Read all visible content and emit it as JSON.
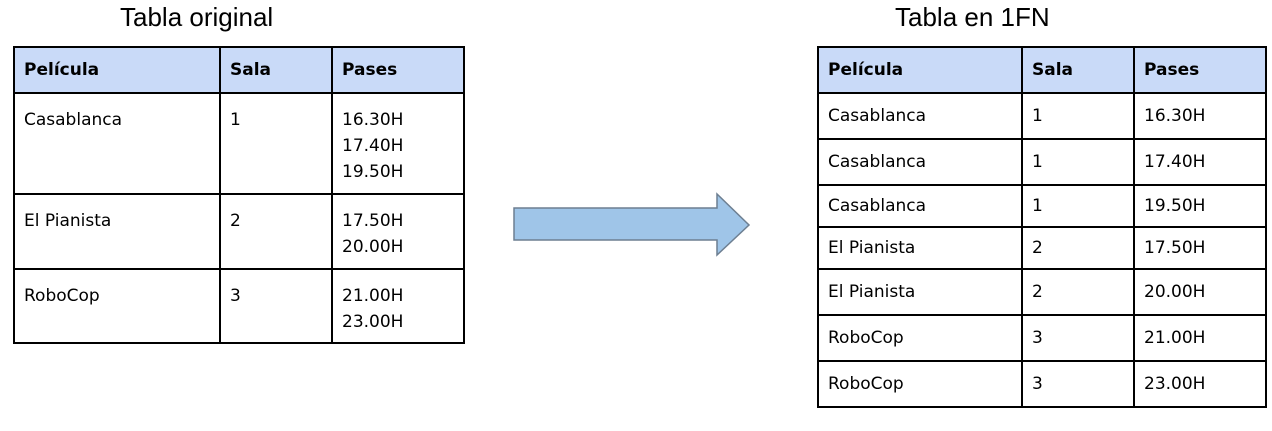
{
  "left": {
    "title": "Tabla original",
    "headers": [
      "Película",
      "Sala",
      "Pases"
    ],
    "rows": [
      {
        "pelicula": "Casablanca",
        "sala": "1",
        "pases": [
          "16.30H",
          "17.40H",
          "19.50H"
        ]
      },
      {
        "pelicula": "El Pianista",
        "sala": "2",
        "pases": [
          "17.50H",
          "20.00H"
        ]
      },
      {
        "pelicula": "RoboCop",
        "sala": "3",
        "pases": [
          "21.00H",
          "23.00H"
        ]
      }
    ]
  },
  "right": {
    "title": "Tabla en 1FN",
    "headers": [
      "Película",
      "Sala",
      "Pases"
    ],
    "rows": [
      {
        "pelicula": "Casablanca",
        "sala": "1",
        "pase": "16.30H"
      },
      {
        "pelicula": "Casablanca",
        "sala": "1",
        "pase": "17.40H"
      },
      {
        "pelicula": "Casablanca",
        "sala": "1",
        "pase": "19.50H"
      },
      {
        "pelicula": "El Pianista",
        "sala": "2",
        "pase": "17.50H"
      },
      {
        "pelicula": "El Pianista",
        "sala": "2",
        "pase": "20.00H"
      },
      {
        "pelicula": "RoboCop",
        "sala": "3",
        "pase": "21.00H"
      },
      {
        "pelicula": "RoboCop",
        "sala": "3",
        "pase": "23.00H"
      }
    ]
  },
  "colors": {
    "header_fill": "#c9daf8",
    "arrow_fill": "#9fc5e8",
    "arrow_stroke": "#6d7f91"
  },
  "icons": {
    "transform_arrow": "right-arrow-icon"
  }
}
